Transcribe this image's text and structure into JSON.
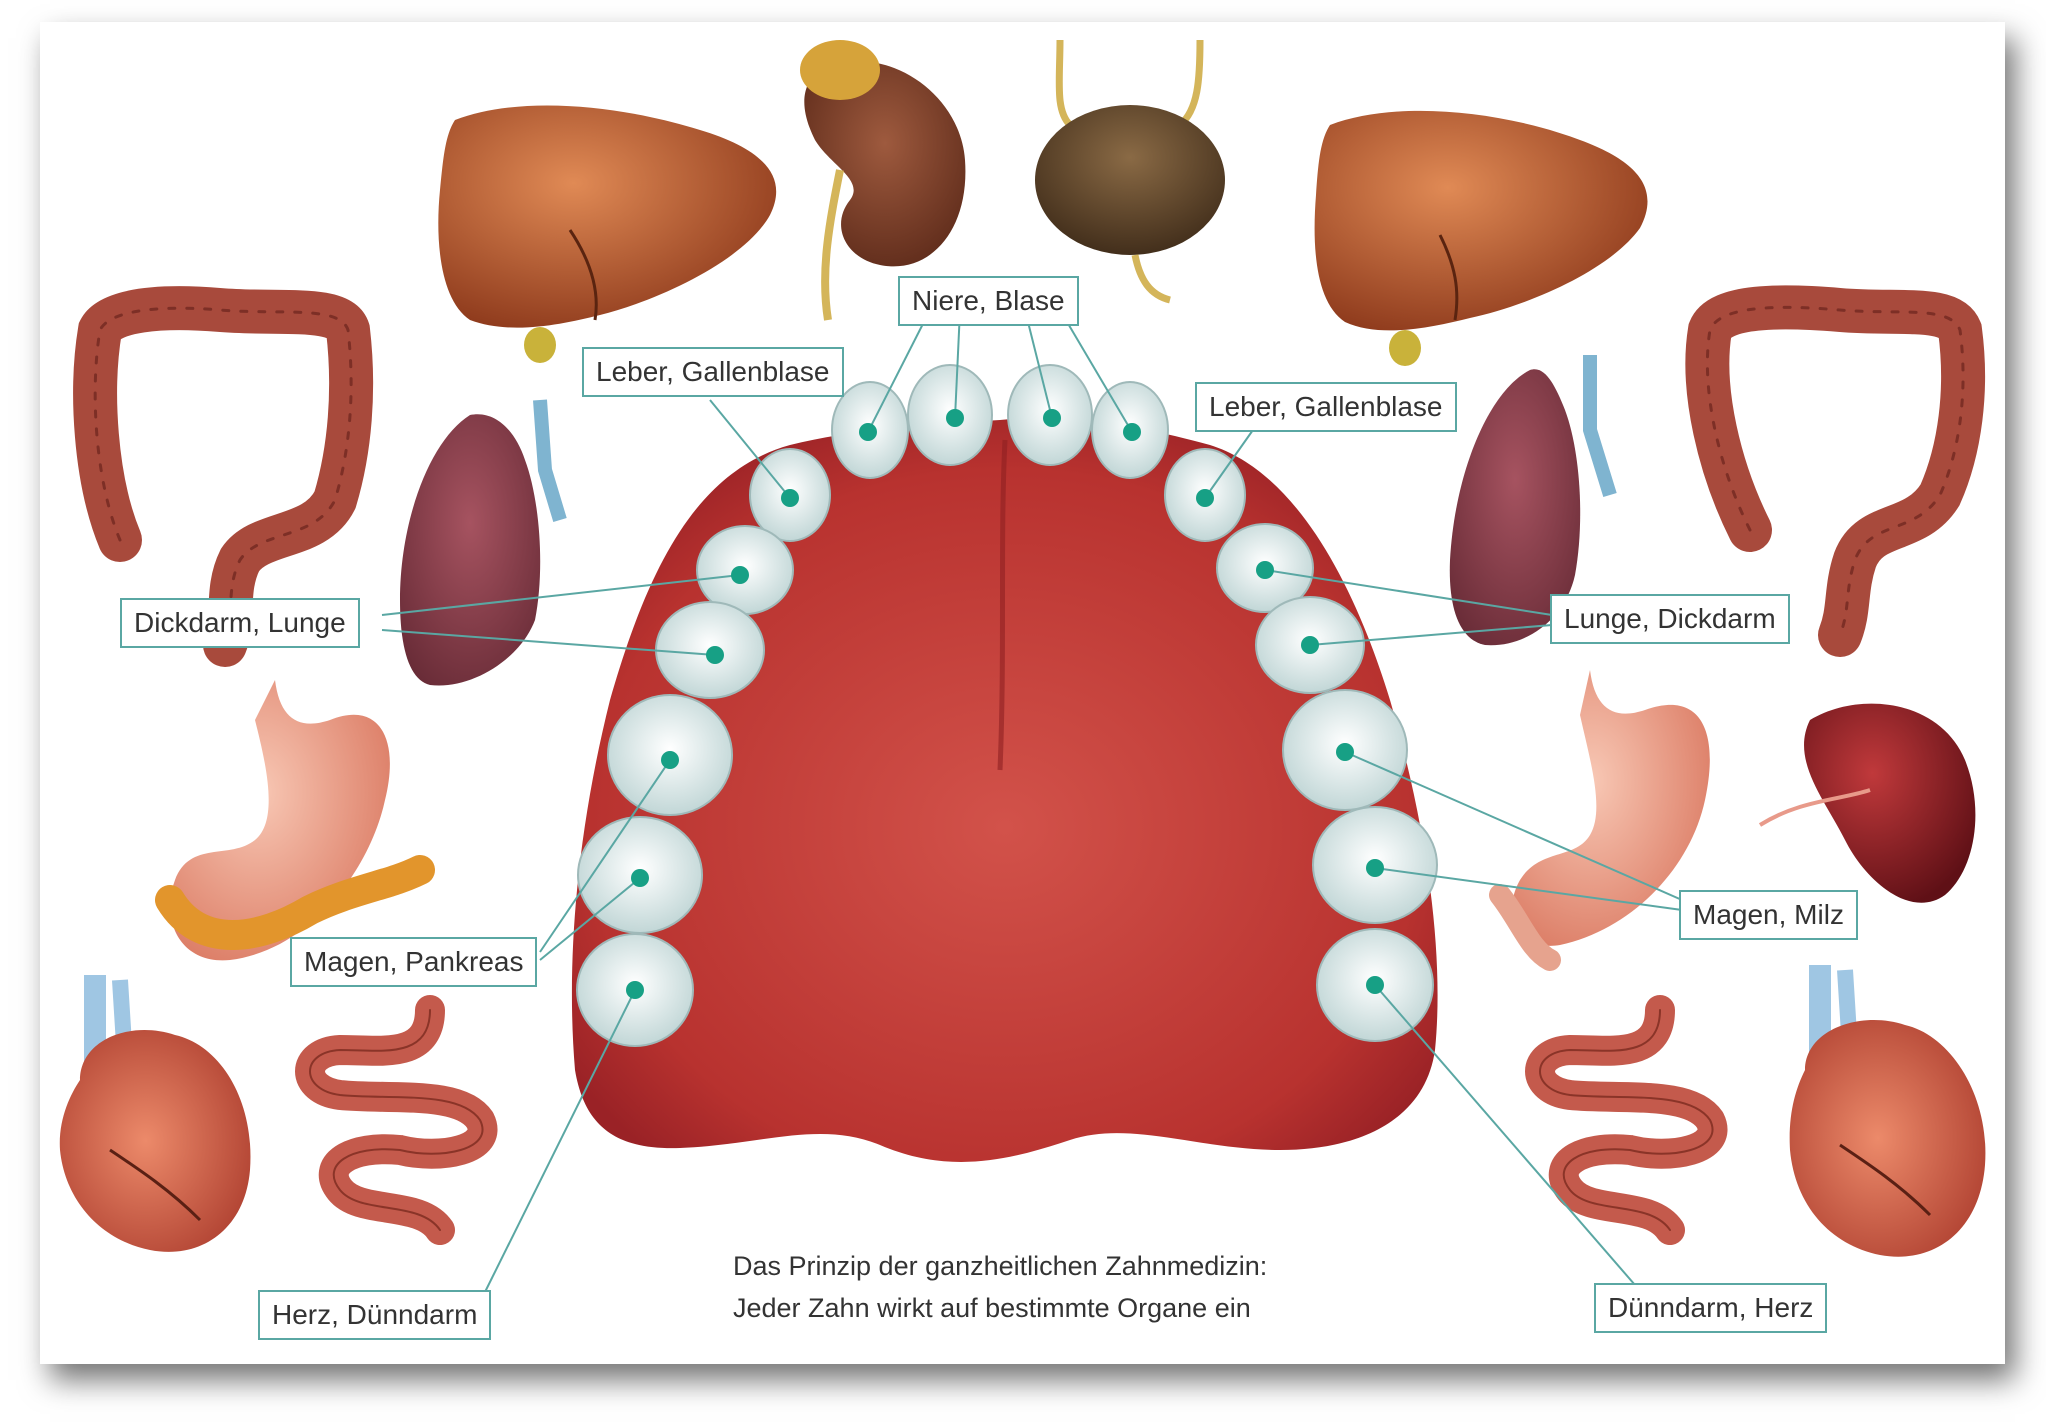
{
  "labels": {
    "niere_blase": "Niere, Blase",
    "leber_gallenblase_left": "Leber, Gallenblase",
    "leber_gallenblase_right": "Leber, Gallenblase",
    "dickdarm_lunge": "Dickdarm, Lunge",
    "lunge_dickdarm": "Lunge, Dickdarm",
    "magen_pankreas": "Magen, Pankreas",
    "magen_milz": "Magen, Milz",
    "herz_duenndarm": "Herz, Dünndarm",
    "duenndarm_herz": "Dünndarm, Herz"
  },
  "caption": {
    "line1": "Das Prinzip der ganzheitlichen Zahnmedizin:",
    "line2": "Jeder Zahn wirkt auf bestimmte Organe ein"
  },
  "colors": {
    "leader_line": "#5aa7a3",
    "dot": "#17a085",
    "gum": "#c8443e",
    "tooth": "#eef3f3",
    "organ_liver": "#b5542a",
    "organ_colon": "#a94c3e",
    "organ_lung": "#8b3a45",
    "organ_heart": "#c9513e",
    "organ_stomach": "#e9a08a",
    "organ_spleen": "#8e1f25"
  }
}
